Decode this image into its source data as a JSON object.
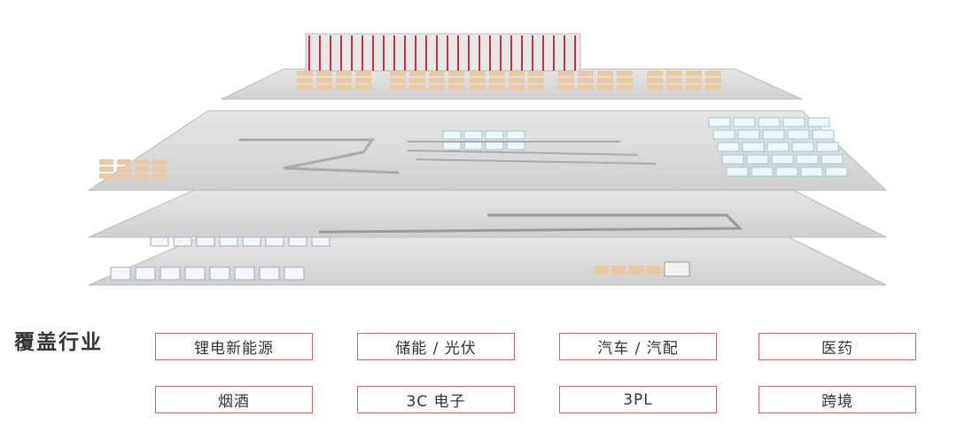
{
  "section": {
    "title": "覆盖行业"
  },
  "industries": [
    {
      "label": "锂电新能源"
    },
    {
      "label": "储能 / 光伏"
    },
    {
      "label": "汽车 / 汽配"
    },
    {
      "label": "医药"
    },
    {
      "label": "烟酒"
    },
    {
      "label": "3C 电子"
    },
    {
      "label": "3PL"
    },
    {
      "label": "跨境"
    }
  ],
  "colors": {
    "accent": "#c66a72",
    "floor": "#d9d9d9",
    "rack": "#c8323c",
    "box": "#e9c9a0"
  }
}
